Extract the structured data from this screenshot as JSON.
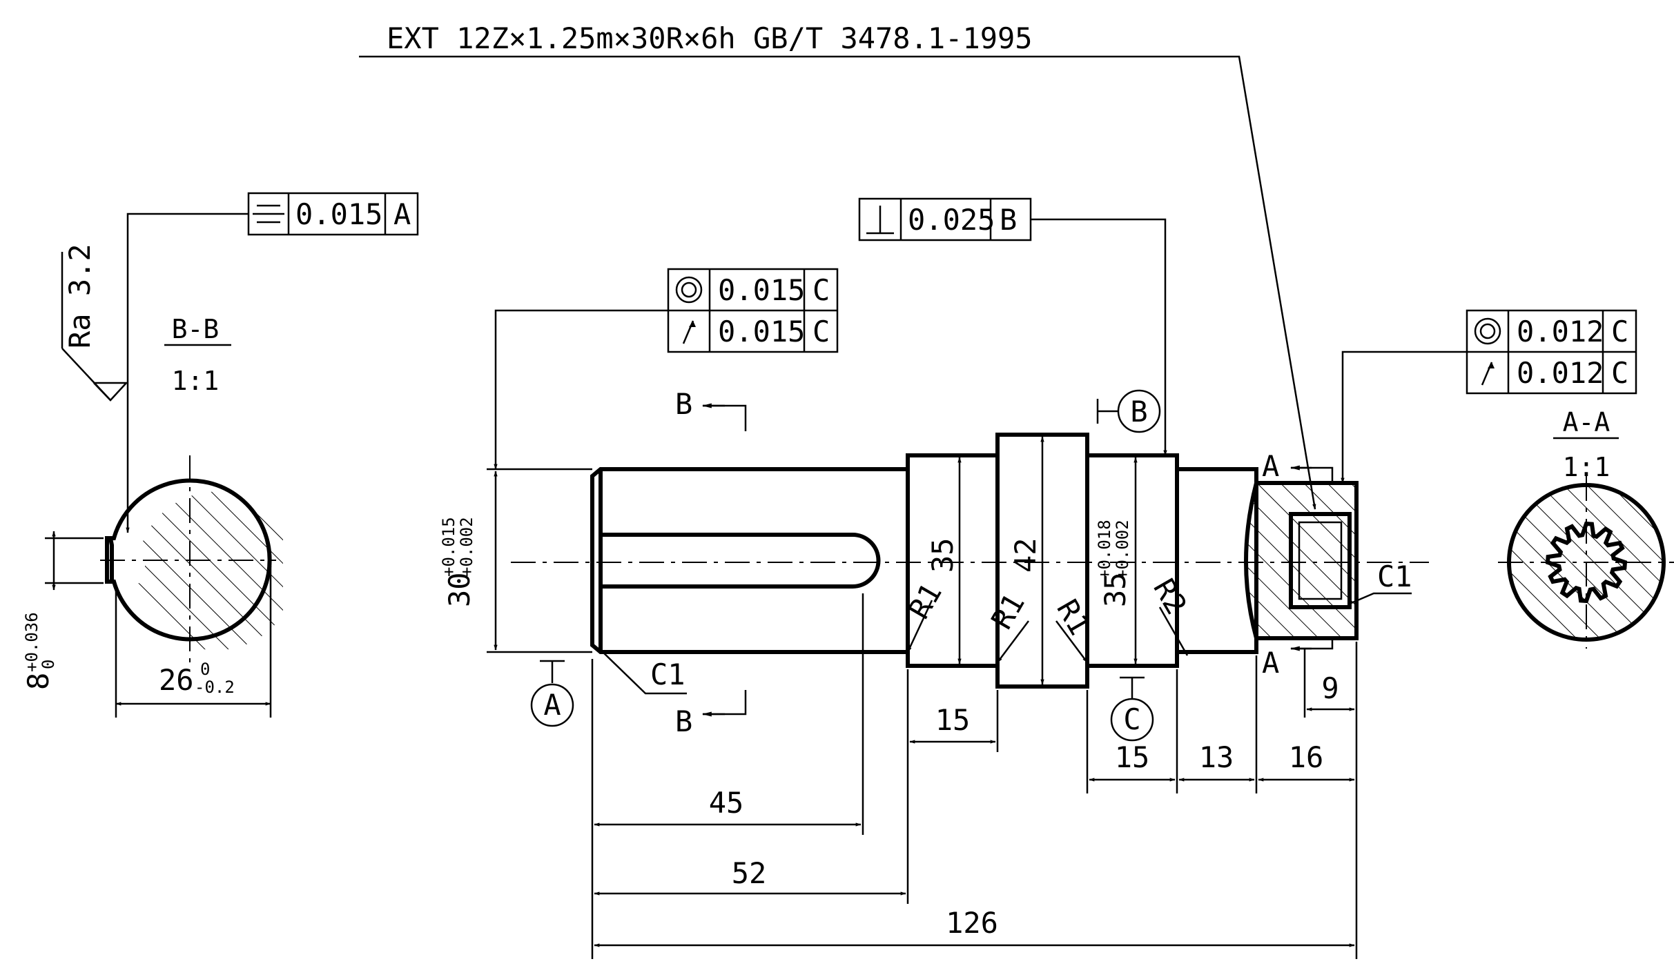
{
  "spline_note": "EXT 12Z×1.25m×30R×6h GB/T 3478.1-1995",
  "frames": {
    "symmetry": {
      "tolerance": "0.015",
      "datum": "A"
    },
    "perpendicularity": {
      "tolerance": "0.025",
      "datum": "B"
    },
    "left_concentricity": {
      "tolerance": "0.015",
      "datum": "C"
    },
    "left_runout": {
      "tolerance": "0.015",
      "datum": "C"
    },
    "right_concentricity": {
      "tolerance": "0.012",
      "datum": "C"
    },
    "right_runout": {
      "tolerance": "0.012",
      "datum": "C"
    }
  },
  "surface_finish": "Ra 3.2",
  "section_bb": {
    "title": "B-B",
    "scale": "1:1"
  },
  "section_aa": {
    "title": "A-A",
    "scale": "1:1"
  },
  "section_marks": {
    "b": "B",
    "a": "A"
  },
  "datums": {
    "a": "A",
    "b": "B",
    "c": "C"
  },
  "dims": {
    "key_width_base": "8",
    "key_width_upper": "+0.036",
    "key_width_lower": "0",
    "key_depth_base": "26",
    "key_depth_upper": "0",
    "key_depth_lower": "-0.2",
    "dia30_base": "30",
    "dia30_upper": "+0.015",
    "dia30_lower": "+0.002",
    "dia35_left": "35",
    "dia42": "42",
    "dia35_base": "35",
    "dia35_upper": "+0.018",
    "dia35_lower": "+0.002",
    "r1_a": "R1",
    "r1_b": "R1",
    "r1_c": "R1",
    "r2": "R2",
    "c1_left": "C1",
    "c1_right": "C1",
    "len15_collar": "15",
    "len15_seat": "15",
    "len13": "13",
    "len16": "16",
    "len9": "9",
    "len45": "45",
    "len52": "52",
    "len126": "126"
  }
}
